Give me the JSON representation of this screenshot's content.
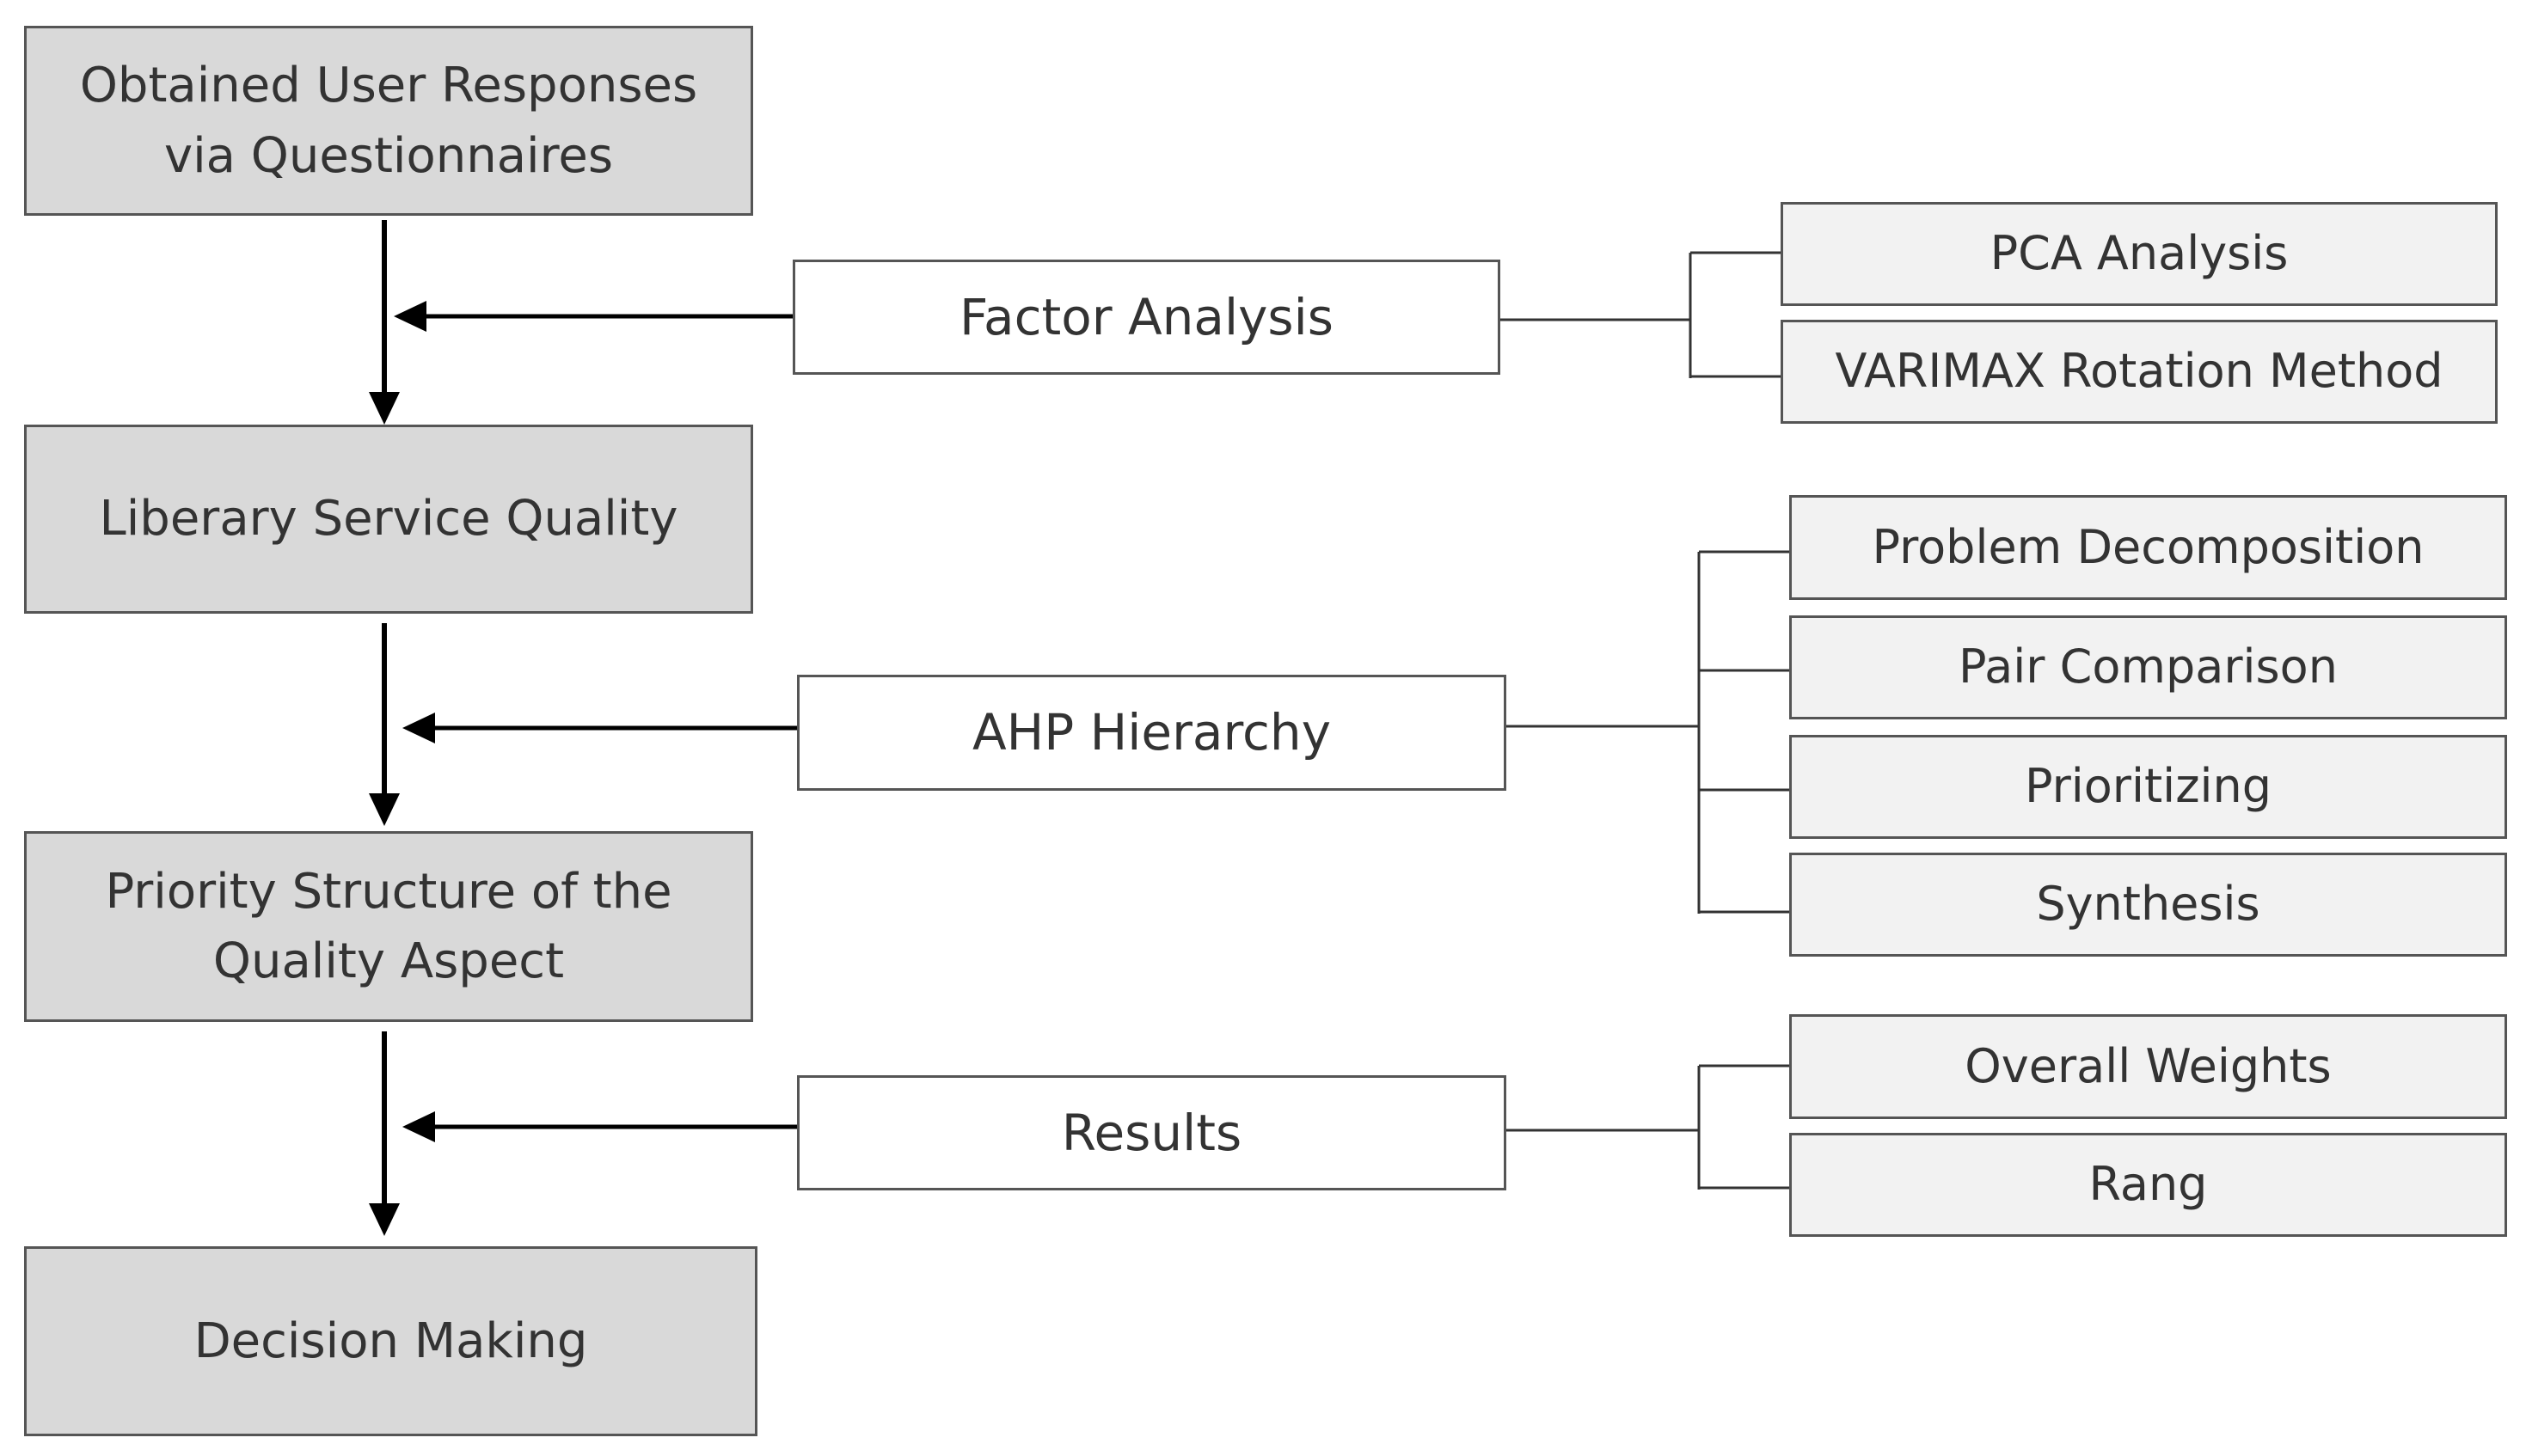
{
  "colors": {
    "main_fill": "#d9d9d9",
    "sub_fill": "#f2f2f2",
    "border": "#555555",
    "text": "#333333",
    "line": "#000000"
  },
  "main_steps": [
    {
      "id": "user-responses",
      "label": "Obtained User Responses via Questionnaires"
    },
    {
      "id": "service-quality",
      "label": "Liberary Service Quality"
    },
    {
      "id": "priority-structure",
      "label": "Priority Structure of the Quality Aspect"
    },
    {
      "id": "decision-making",
      "label": "Decision Making"
    }
  ],
  "methods": [
    {
      "label": "Factor Analysis",
      "components": [
        "PCA Analysis",
        "VARIMAX Rotation Method"
      ]
    },
    {
      "label": "AHP Hierarchy",
      "components": [
        "Problem Decomposition",
        "Pair Comparison",
        "Prioritizing",
        "Synthesis"
      ]
    },
    {
      "label": "Results",
      "components": [
        "Overall Weights",
        "Rang"
      ]
    }
  ]
}
